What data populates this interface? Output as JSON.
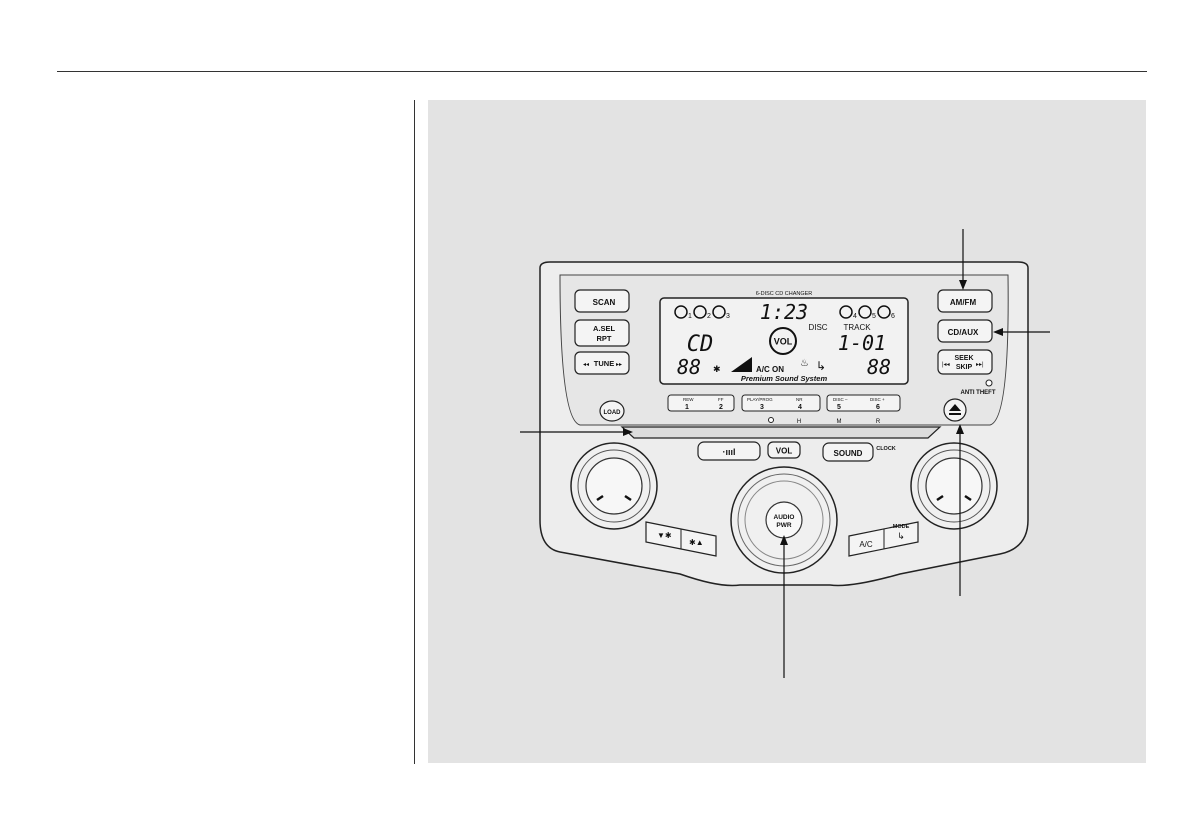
{
  "radio": {
    "lcd_header": "6-DISC CD CHANGER",
    "time_display": "1:23",
    "mode_display": "CD",
    "disc_label": "DISC",
    "track_label": "TRACK",
    "disc_track_display": "1-01",
    "left_digits": "88",
    "right_digits": "88",
    "ac_on": "A/C ON",
    "brand_text": "Premium Sound System",
    "disc_slots": [
      "1",
      "2",
      "3",
      "4",
      "5",
      "6"
    ],
    "vol_center": "VOL"
  },
  "buttons": {
    "scan": "SCAN",
    "asel_line1": "A.SEL",
    "asel_line2": "RPT",
    "tune": "TUNE",
    "load": "LOAD",
    "amfm": "AM/FM",
    "cdaux": "CD/AUX",
    "seek_line1": "SEEK",
    "seek_line2": "SKIP",
    "anti_theft": "ANTI THEFT",
    "vol": "VOL",
    "sound": "SOUND",
    "clock": "CLOCK",
    "audio_line1": "AUDIO",
    "audio_line2": "PWR",
    "ac": "A/C",
    "mode": "MODE"
  },
  "presets": [
    {
      "top": "REW",
      "num": "1"
    },
    {
      "top": "FF",
      "num": "2"
    },
    {
      "top": "PLAY/PROG",
      "num": "3"
    },
    {
      "top": "NR",
      "num": "4"
    },
    {
      "top": "DISC –",
      "num": "5"
    },
    {
      "top": "DISC +",
      "num": "6"
    }
  ],
  "preset_sublabels": [
    "H",
    "M",
    "R"
  ]
}
